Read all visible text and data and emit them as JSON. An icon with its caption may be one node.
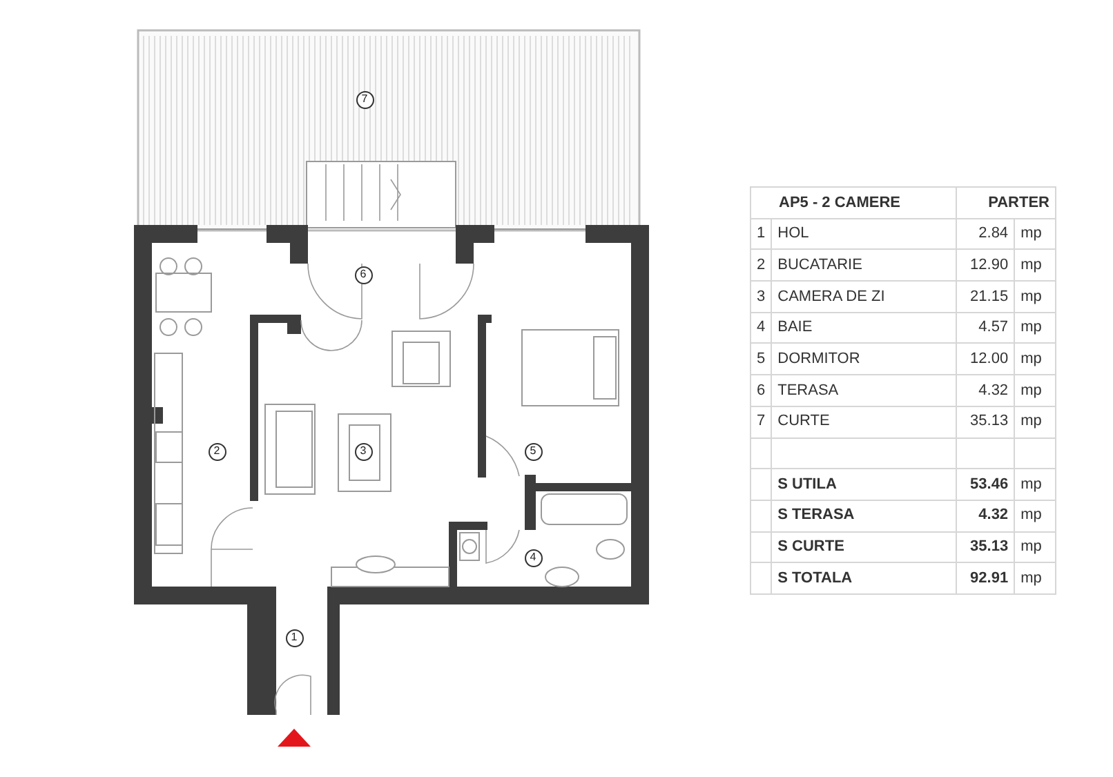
{
  "diagram": {
    "nodes": [
      {
        "text": [
          "7"
        ]
      },
      {
        "text": [
          "6"
        ]
      },
      {
        "text": [
          "5"
        ]
      },
      {
        "text": [
          "3"
        ]
      },
      {
        "text": [
          "2"
        ]
      },
      {
        "text": [
          "4"
        ]
      },
      {
        "text": [
          "1"
        ]
      }
    ],
    "labels": [
      "AP5 - 2 CAMERE",
      "PARTER",
      "1",
      "HOL",
      "2.84",
      "mp",
      "2",
      "BUCATARIE",
      "12.90",
      "mp",
      "3",
      "CAMERA DE ZI",
      "21.15",
      "mp",
      "4",
      "BAIE",
      "4.57",
      "mp",
      "5",
      "DORMITOR",
      "12.00",
      "mp",
      "6",
      "TERASA",
      "4.32",
      "mp",
      "7",
      "CURTE",
      "35.13",
      "mp",
      "S UTILA",
      "53.46",
      "mp",
      "S TERASA",
      "4.32",
      "mp",
      "S CURTE",
      "35.13",
      "mp",
      "S TOTALA",
      "92.91",
      "mp"
    ]
  }
}
